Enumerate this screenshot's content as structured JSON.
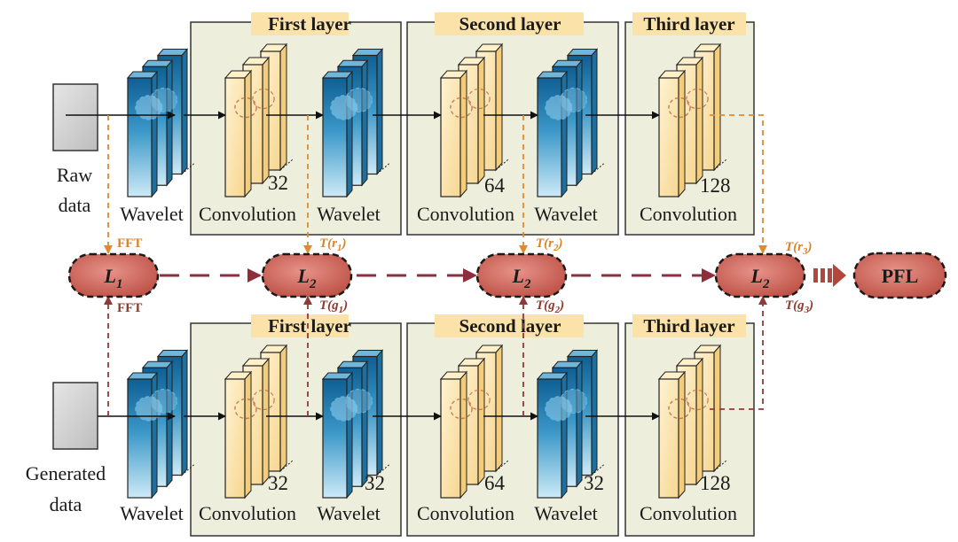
{
  "top": {
    "input_label": [
      "Raw",
      "data"
    ],
    "layer_titles": [
      "First layer",
      "Second layer",
      "Third layer"
    ],
    "labels": [
      "Wavelet",
      "Convolution",
      "Wavelet",
      "Convolution",
      "Wavelet",
      "Convolution"
    ],
    "counts": [
      "32",
      "64",
      "128"
    ],
    "fft": "FFT"
  },
  "bottom": {
    "input_label": [
      "Generated",
      "data"
    ],
    "layer_titles": [
      "First layer",
      "Second layer",
      "Third layer"
    ],
    "labels": [
      "Wavelet",
      "Convolution",
      "Wavelet",
      "Convolution",
      "Wavelet",
      "Convolution"
    ],
    "counts": [
      "32",
      "32",
      "64",
      "32",
      "128"
    ],
    "fft": "FFT"
  },
  "loss": {
    "nodes": [
      {
        "sym": "L",
        "sub": "1"
      },
      {
        "sym": "L",
        "sub": "2"
      },
      {
        "sym": "L",
        "sub": "2"
      },
      {
        "sym": "L",
        "sub": "2"
      }
    ],
    "top_terms": [
      {
        "pre": "T(",
        "var": "r",
        "sub": "1",
        "post": ")"
      },
      {
        "pre": "T(",
        "var": "r",
        "sub": "2",
        "post": ")"
      },
      {
        "pre": "T(",
        "var": "r",
        "sub": "3",
        "post": ")"
      }
    ],
    "bottom_terms": [
      {
        "pre": "T(",
        "var": "g",
        "sub": "1",
        "post": ")"
      },
      {
        "pre": "T(",
        "var": "g",
        "sub": "2",
        "post": ")"
      },
      {
        "pre": "T(",
        "var": "g",
        "sub": "3",
        "post": ")"
      }
    ],
    "output": "PFL"
  },
  "colors": {
    "panel_fill": "#eeeedd",
    "wavelet_blue": "#2f86b5",
    "conv_yellow": "#fbe2a8",
    "loss_red": "#c8574a",
    "orange_dash": "#e08a2e",
    "brown_dash": "#8e3a3a"
  }
}
